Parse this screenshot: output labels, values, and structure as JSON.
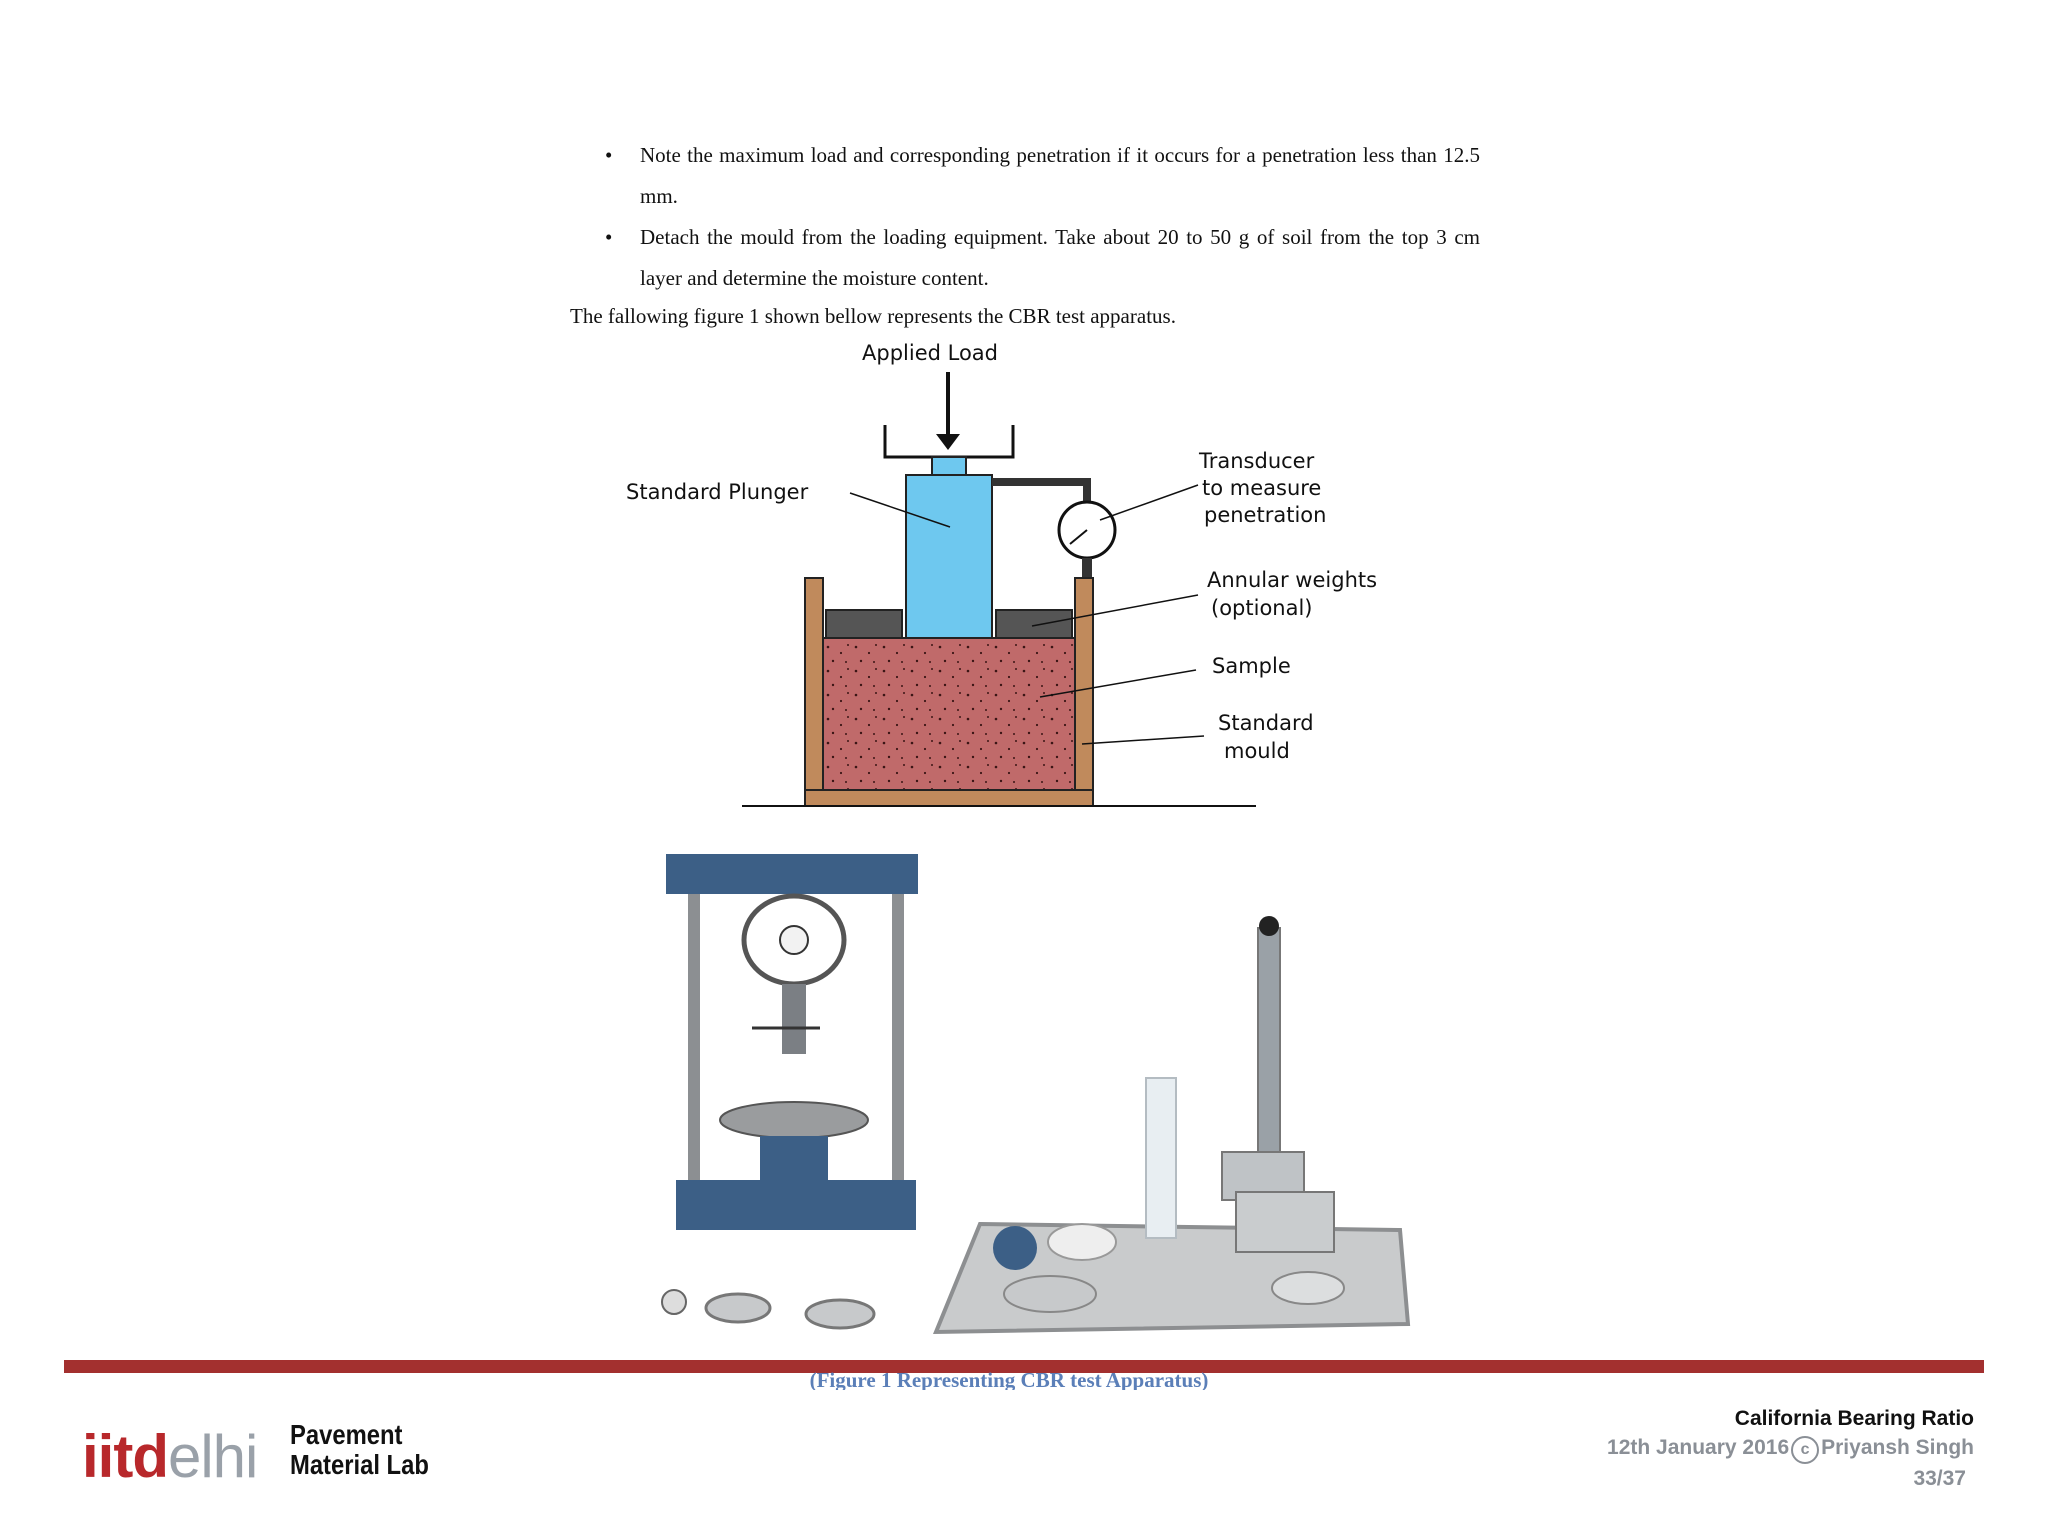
{
  "content": {
    "bullets": [
      "Note the maximum load and corresponding penetration if it occurs for a penetration less than 12.5 mm.",
      "Detach the mould from the loading equipment. Take about 20 to 50 g of soil from the top 3 cm layer and determine the moisture content."
    ],
    "paragraph": "The fallowing figure 1 shown bellow represents the CBR test apparatus.",
    "caption": "(Figure 1 Representing CBR test Apparatus)"
  },
  "diagram": {
    "applied_load": "Applied Load",
    "standard_plunger": "Standard Plunger",
    "transducer": [
      "Transducer",
      "to measure",
      "penetration"
    ],
    "annular_weights": [
      "Annular weights",
      "(optional)"
    ],
    "sample": "Sample",
    "standard_mould": [
      "Standard",
      "mould"
    ]
  },
  "footer": {
    "logo_iit": "iitd",
    "logo_delhi": "elhi",
    "lab_name_line1": "Pavement",
    "lab_name_line2": "Material Lab",
    "title": "California Bearing Ratio",
    "date": "12th January 2016",
    "copyright_symbol": "c",
    "author": "Priyansh Singh",
    "page": "33/37"
  }
}
